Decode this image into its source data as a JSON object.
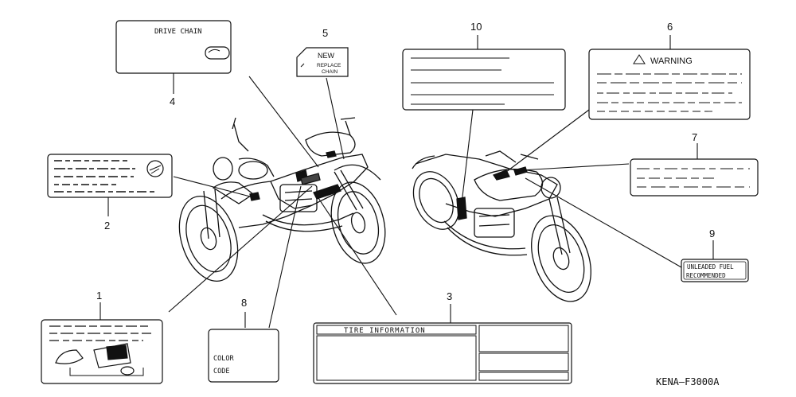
{
  "diagram_id": "KENA–F3000A",
  "parts": [
    {
      "number": "1"
    },
    {
      "number": "2"
    },
    {
      "number": "3",
      "text": "TIRE  INFORMATION"
    },
    {
      "number": "4",
      "text": "DRIVE CHAIN"
    },
    {
      "number": "5",
      "text": "NEW",
      "text2": "REPLACE",
      "text3": "CHAIN"
    },
    {
      "number": "6",
      "text": "WARNING"
    },
    {
      "number": "7"
    },
    {
      "number": "8",
      "text": "COLOR",
      "text2": "CODE"
    },
    {
      "number": "9",
      "text": "UNLEADED  FUEL",
      "text2": "RECOMMENDED"
    },
    {
      "number": "10"
    }
  ]
}
